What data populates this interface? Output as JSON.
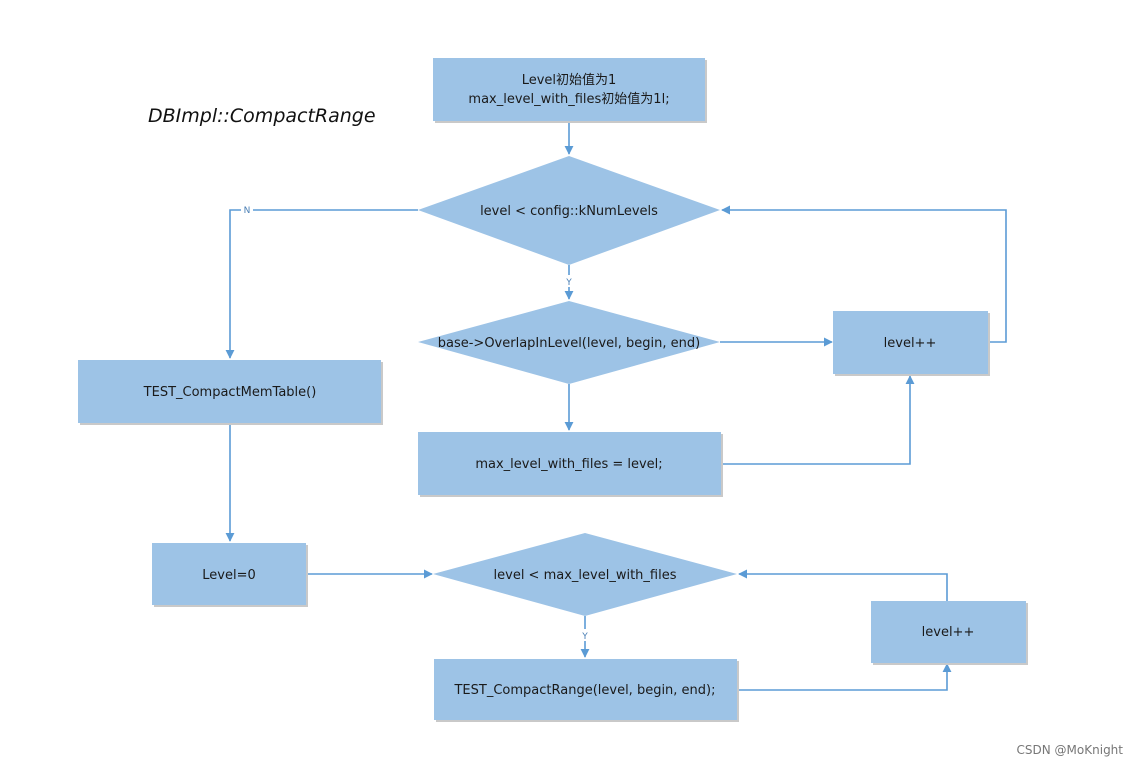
{
  "title": "DBImpl::CompactRange",
  "colors": {
    "node_fill": "#9dc3e6",
    "edge": "#5b9bd5"
  },
  "nodes": {
    "init": [
      "Level初始值为1",
      "max_level_with_files初始值为1l;"
    ],
    "cond_level": "level < config::kNumLevels",
    "cond_overlap": "base->OverlapInLevel(level, begin, end)",
    "incr_top": "level++",
    "set_max": "max_level_with_files = level;",
    "compact_memtable": "TEST_CompactMemTable()",
    "reset_level": "Level=0",
    "cond_max": "level < max_level_with_files",
    "incr_bottom": "level++",
    "compact_range": "TEST_CompactRange(level, begin, end);"
  },
  "edge_labels": {
    "no": "N",
    "yes_top": "Y",
    "yes_bottom": "Y"
  },
  "watermark": "CSDN @MoKnight"
}
